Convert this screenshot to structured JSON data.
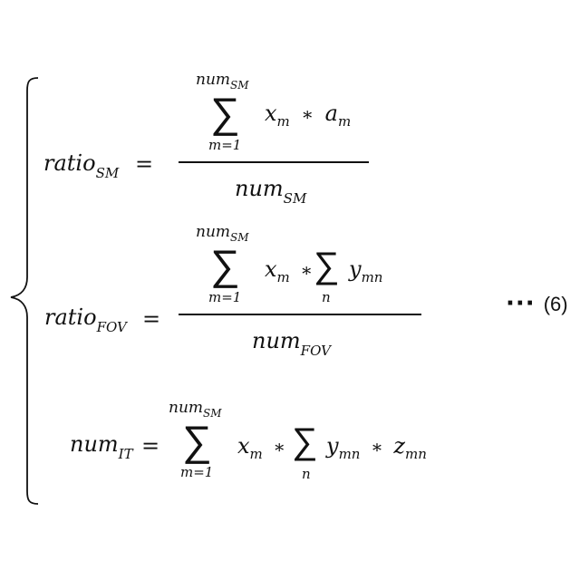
{
  "equation_number": "(6)",
  "ellipsis": "···",
  "ratio_sm": {
    "lhs_base": "ratio",
    "lhs_sub": "SM",
    "equals": "=",
    "sum_upper_base": "num",
    "sum_upper_sub": "SM",
    "sum_symbol": "∑",
    "sum_lower": "m=1",
    "x": "x",
    "x_sub": "m",
    "times": "∗",
    "a": "a",
    "a_sub": "m",
    "den_base": "num",
    "den_sub": "SM"
  },
  "ratio_fov": {
    "lhs_base": "ratio",
    "lhs_sub": "FOV",
    "equals": "=",
    "sum_upper_base": "num",
    "sum_upper_sub": "SM",
    "sum_symbol": "∑",
    "sum_lower": "m=1",
    "x": "x",
    "x_sub": "m",
    "times": "∗",
    "inner_sum_symbol": "∑",
    "inner_sum_lower": "n",
    "y": "y",
    "y_sub": "mn",
    "den_base": "num",
    "den_sub": "FOV"
  },
  "num_it": {
    "lhs_base": "num",
    "lhs_sub": "IT",
    "equals": "=",
    "sum_upper_base": "num",
    "sum_upper_sub": "SM",
    "sum_symbol": "∑",
    "sum_lower": "m=1",
    "x": "x",
    "x_sub": "m",
    "times1": "∗",
    "inner_sum_symbol": "∑",
    "inner_sum_lower": "n",
    "y": "y",
    "y_sub": "mn",
    "times2": "∗",
    "z": "z",
    "z_sub": "mn"
  }
}
